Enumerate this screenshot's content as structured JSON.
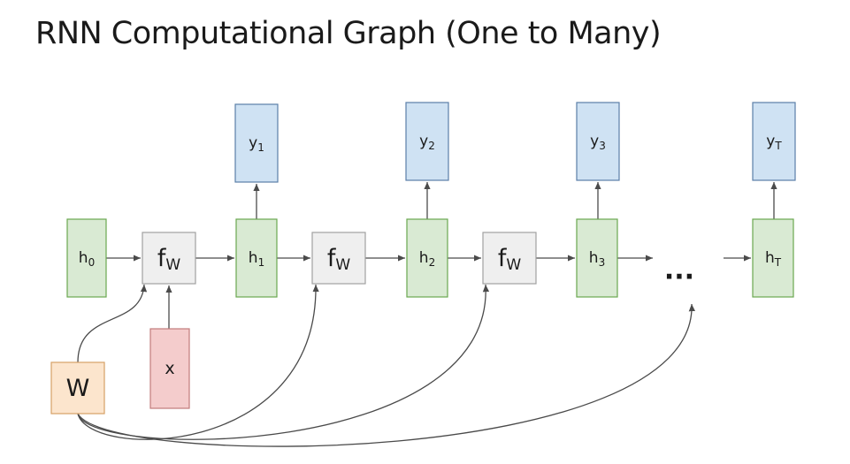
{
  "title": "RNN Computational Graph (One to Many)",
  "nodes": {
    "h0": {
      "main": "h",
      "sub": "0",
      "kind": "hidden"
    },
    "f1": {
      "main": "f",
      "sub": "W",
      "kind": "function"
    },
    "h1": {
      "main": "h",
      "sub": "1",
      "kind": "hidden"
    },
    "f2": {
      "main": "f",
      "sub": "W",
      "kind": "function"
    },
    "h2": {
      "main": "h",
      "sub": "2",
      "kind": "hidden"
    },
    "f3": {
      "main": "f",
      "sub": "W",
      "kind": "function"
    },
    "h3": {
      "main": "h",
      "sub": "3",
      "kind": "hidden"
    },
    "hT": {
      "main": "h",
      "sub": "T",
      "kind": "hidden"
    },
    "y1": {
      "main": "y",
      "sub": "1",
      "kind": "output"
    },
    "y2": {
      "main": "y",
      "sub": "2",
      "kind": "output"
    },
    "y3": {
      "main": "y",
      "sub": "3",
      "kind": "output"
    },
    "yT": {
      "main": "y",
      "sub": "T",
      "kind": "output"
    },
    "x": {
      "main": "x",
      "sub": "",
      "kind": "input"
    },
    "W": {
      "main": "W",
      "sub": "",
      "kind": "weight"
    }
  },
  "ellipsis": "...",
  "colors": {
    "hidden_fill": "#d9ead3",
    "hidden_stroke": "#6aa84f",
    "output_fill": "#cfe2f3",
    "output_stroke": "#5b7fa8",
    "function_fill": "#efefef",
    "function_stroke": "#a0a0a0",
    "input_fill": "#f4cccc",
    "input_stroke": "#c27b7b",
    "weight_fill": "#fce5cd",
    "weight_stroke": "#d6a066"
  }
}
